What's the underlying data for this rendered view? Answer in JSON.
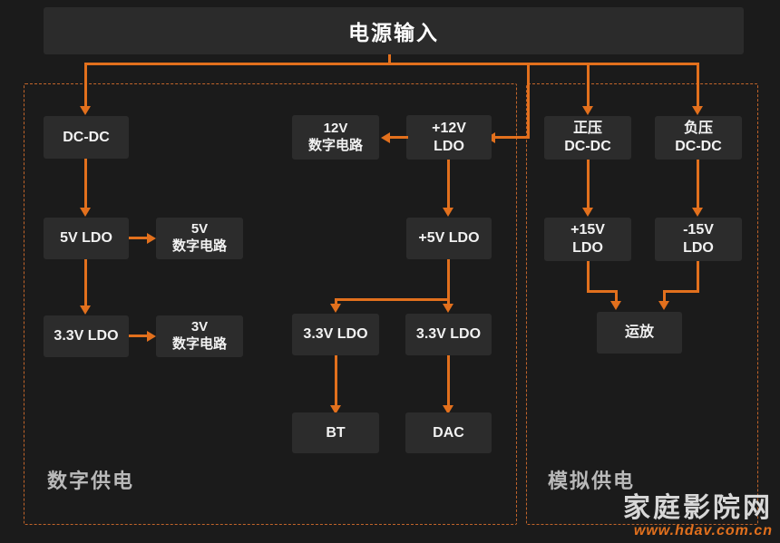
{
  "diagram": {
    "title": "电源输入",
    "groups": [
      {
        "id": "digital",
        "label": "数字供电"
      },
      {
        "id": "analog",
        "label": "模拟供电"
      }
    ],
    "nodes": {
      "dc_dc": "DC-DC",
      "ldo_5v": "5V LDO",
      "digital_5v": "5V\n数字电路",
      "ldo_3v3_left": "3.3V LDO",
      "digital_3v": "3V\n数字电路",
      "digital_12v": "12V\n数字电路",
      "ldo_p12v": "+12V\nLDO",
      "ldo_p5v": "+5V LDO",
      "ldo_3v3_mid_a": "3.3V LDO",
      "ldo_3v3_mid_b": "3.3V LDO",
      "bt": "BT",
      "dac": "DAC",
      "dcdc_pos": "正压\nDC-DC",
      "dcdc_neg": "负压\nDC-DC",
      "ldo_p15v": "+15V\nLDO",
      "ldo_n15v": "-15V\nLDO",
      "opamp": "运放"
    },
    "colors": {
      "accent": "#e2701d",
      "group_line": "#c2642a",
      "box_fill": "#2c2c2c",
      "background": "#1b1b1b",
      "text": "#f2f2f2"
    },
    "watermark": {
      "name": "家庭影院网",
      "url": "www.hdav.com.cn"
    }
  }
}
